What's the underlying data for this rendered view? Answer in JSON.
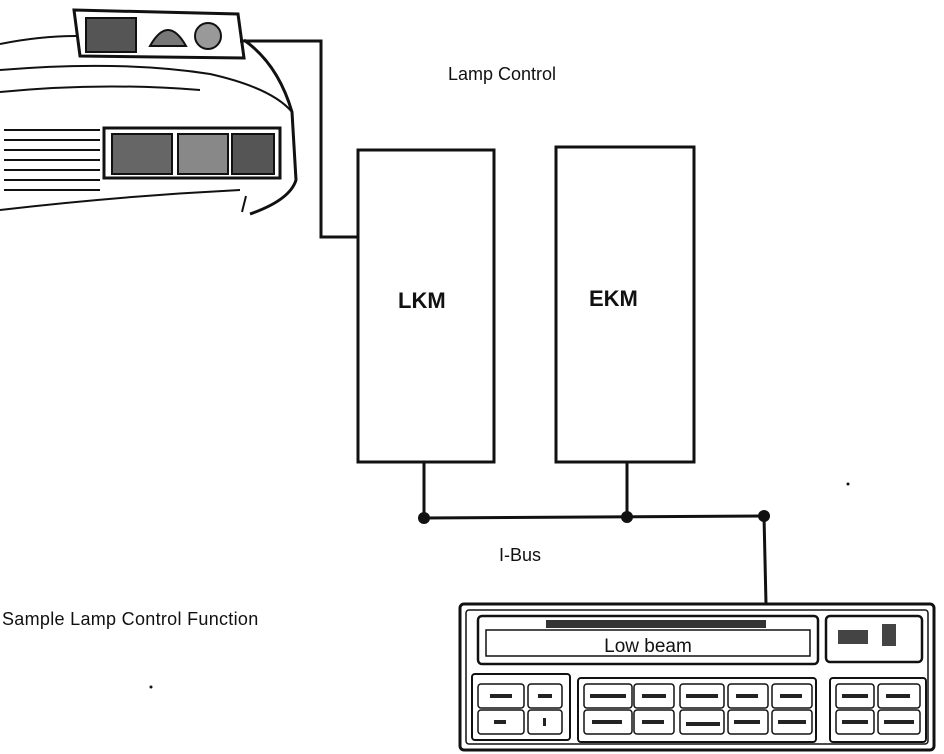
{
  "title": "Lamp Control",
  "modules": {
    "lkm": "LKM",
    "ekm": "EKM"
  },
  "bus_label": "I-Bus",
  "caption": "Sample Lamp Control Function",
  "display_text": "Low beam",
  "colors": {
    "line": "#111111",
    "background": "#ffffff"
  }
}
